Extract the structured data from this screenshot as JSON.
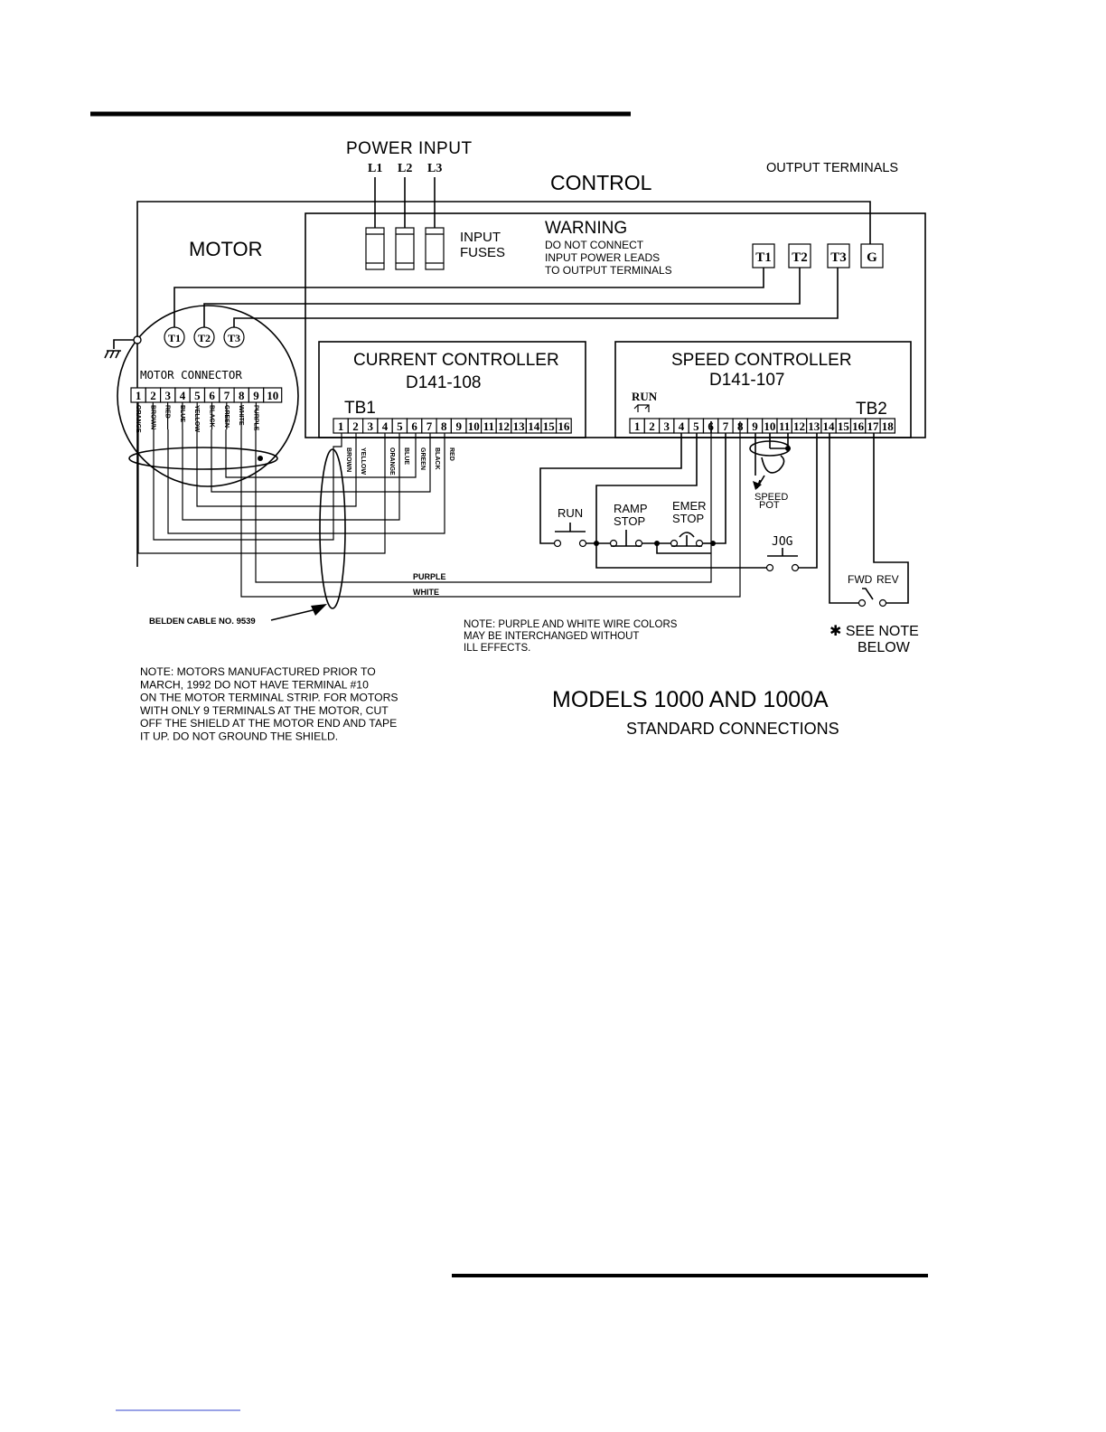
{
  "power_input": {
    "title": "POWER INPUT",
    "lines": [
      "L1",
      "L2",
      "L3"
    ]
  },
  "control_label": "CONTROL",
  "output_terminals_label": "OUTPUT TERMINALS",
  "motor_label": "MOTOR",
  "input_fuses": [
    "INPUT",
    "FUSES"
  ],
  "warning": {
    "title": "WARNING",
    "lines": [
      "DO NOT CONNECT",
      "INPUT POWER LEADS",
      "TO OUTPUT TERMINALS"
    ]
  },
  "output_terms": [
    "T1",
    "T2",
    "T3",
    "G"
  ],
  "motor_terms": [
    "T1",
    "T2",
    "T3"
  ],
  "motor_connector": {
    "title": "MOTOR CONNECTOR",
    "terminals": [
      "1",
      "2",
      "3",
      "4",
      "5",
      "6",
      "7",
      "8",
      "9",
      "10"
    ],
    "wires": [
      "ORANGE",
      "BROWN",
      "RED",
      "BLUE",
      "YELLOW",
      "BLACK",
      "GREEN",
      "WHITE",
      "PURPLE"
    ]
  },
  "current_controller": {
    "title": "CURRENT CONTROLLER",
    "part": "D141-108",
    "tb": "TB1",
    "terminals": [
      "1",
      "2",
      "3",
      "4",
      "5",
      "6",
      "7",
      "8",
      "9",
      "10",
      "11",
      "12",
      "13",
      "14",
      "15",
      "16"
    ],
    "wires": [
      "BROWN",
      "YELLOW",
      "ORANGE",
      "BLUE",
      "GREEN",
      "BLACK",
      "RED"
    ]
  },
  "speed_controller": {
    "title": "SPEED CONTROLLER",
    "part": "D141-107",
    "tb": "TB2",
    "run_jumper": "RUN",
    "terminals": [
      "1",
      "2",
      "3",
      "4",
      "5",
      "6",
      "7",
      "8",
      "9",
      "10",
      "11",
      "12",
      "13",
      "14",
      "15",
      "16",
      "17",
      "18"
    ]
  },
  "switches": {
    "run": "RUN",
    "ramp_stop": [
      "RAMP",
      "STOP"
    ],
    "emer_stop": [
      "EMER",
      "STOP"
    ],
    "jog": "JOG",
    "speed_pot": [
      "SPEED",
      "POT"
    ],
    "fwd": "FWD",
    "rev": "REV"
  },
  "wire_purple": "PURPLE",
  "wire_white": "WHITE",
  "belden_cable": "BELDEN CABLE NO. 9539",
  "note_wire_colors": [
    "NOTE: PURPLE AND WHITE WIRE COLORS",
    "MAY BE INTERCHANGED WITHOUT",
    "ILL EFFECTS."
  ],
  "see_note": [
    "✱ SEE NOTE",
    "BELOW"
  ],
  "note_motors": [
    "NOTE: MOTORS MANUFACTURED PRIOR TO",
    "MARCH, 1992 DO NOT HAVE TERMINAL #10",
    "ON THE MOTOR TERMINAL STRIP. FOR MOTORS",
    "WITH ONLY 9 TERMINALS AT THE MOTOR, CUT",
    "OFF THE SHIELD AT THE MOTOR END AND TAPE",
    "IT UP. DO NOT GROUND THE SHIELD."
  ],
  "models_title": "MODELS 1000 AND 1000A",
  "models_subtitle": "STANDARD CONNECTIONS"
}
